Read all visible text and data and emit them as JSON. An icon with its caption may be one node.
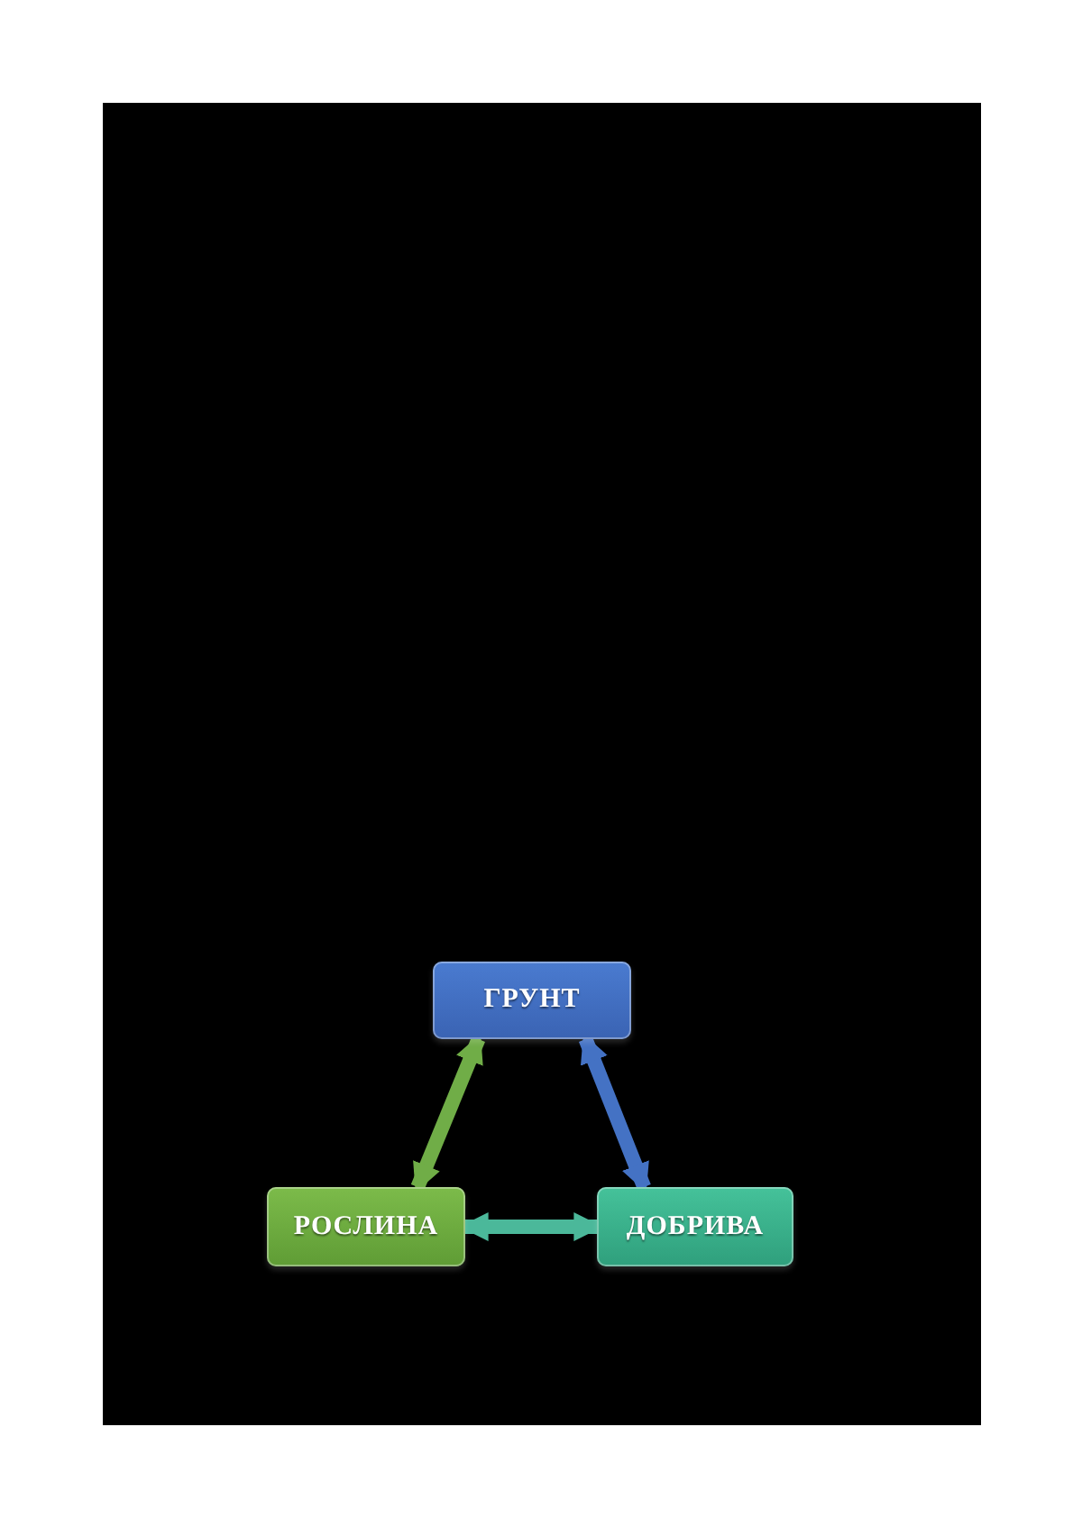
{
  "diagram": {
    "nodes": [
      {
        "text": [
          "ГРУНТ"
        ]
      },
      {
        "text": [
          "РОСЛИНА"
        ]
      },
      {
        "text": [
          "ДОБРИВА"
        ]
      }
    ],
    "edges": [
      {
        "from": 0,
        "to": 1,
        "arrow": "both",
        "color": "#70ad47"
      },
      {
        "from": 0,
        "to": 2,
        "arrow": "both",
        "color": "#4472c4"
      },
      {
        "from": 1,
        "to": 2,
        "arrow": "both",
        "color": "#4bb89a"
      }
    ]
  }
}
